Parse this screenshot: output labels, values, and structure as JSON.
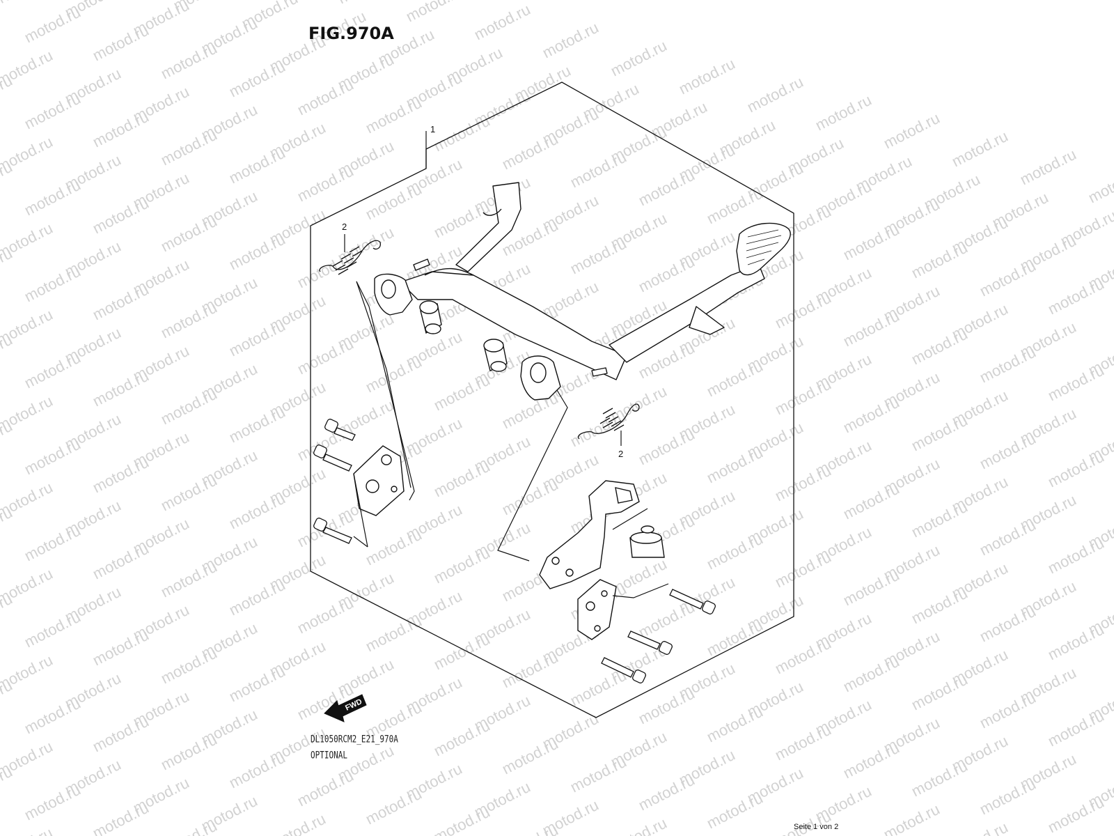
{
  "figure": {
    "title": "FIG.970A",
    "code": "DL1050RCM2_E21_970A",
    "note": "OPTIONAL",
    "page": "Seite 1 von 2",
    "watermark": "motod.ru",
    "fwd_label": "FWD"
  },
  "callouts": [
    {
      "id": "callout-1",
      "number": "1"
    },
    {
      "id": "callout-2-upper",
      "number": "2"
    },
    {
      "id": "callout-2-lower",
      "number": "2"
    }
  ],
  "colors": {
    "line": "#111111",
    "watermark": "#d2d2d2"
  }
}
